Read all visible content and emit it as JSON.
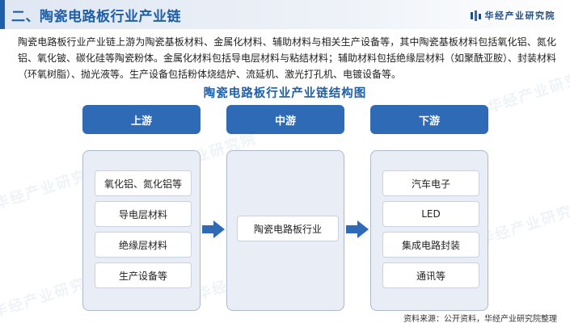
{
  "header": {
    "section_title": "二、陶瓷电路板行业产业链",
    "brand": "华经产业研究院",
    "brand_icon": "bars-logo-icon"
  },
  "intro_text": "陶瓷电路板行业产业链上游为陶瓷基板材料、金属化材料、辅助材料与相关生产设备等，其中陶瓷基板材料包括氧化铝、氮化铝、氧化铍、碳化硅等陶瓷粉体。金属化材料包括导电层材料与粘结材料；辅助材料包括绝缘层材料（如聚酰亚胺）、封装材料（环氧树脂）、抛光液等。生产设备包括粉体烧结炉、流延机、激光打孔机、电镀设备等。",
  "diagram": {
    "title": "陶瓷电路板行业产业链结构图",
    "columns": [
      {
        "label": "上游",
        "items": [
          "氧化铝、氮化铝等",
          "导电层材料",
          "绝缘层材料",
          "生产设备等"
        ]
      },
      {
        "label": "中游",
        "items": [
          "陶瓷电路板行业"
        ]
      },
      {
        "label": "下游",
        "items": [
          "汽车电子",
          "LED",
          "集成电路封装",
          "通讯等"
        ]
      }
    ]
  },
  "watermark": "华经产业研究院",
  "source": "资料来源：公开资料，华经产业研究院整理",
  "colors": {
    "primary": "#2e6ab5",
    "title": "#1f5fa8",
    "panel_bg": "#e9eef6",
    "panel_border": "#aeb8cc"
  }
}
